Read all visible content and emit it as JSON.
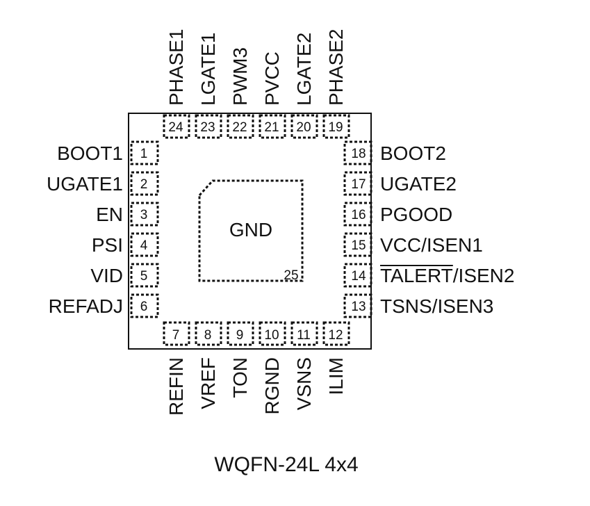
{
  "package_name": "WQFN-24L 4x4",
  "center_pad": {
    "label": "GND",
    "pin": "25"
  },
  "pins_left": [
    {
      "num": "1",
      "name": "BOOT1"
    },
    {
      "num": "2",
      "name": "UGATE1"
    },
    {
      "num": "3",
      "name": "EN"
    },
    {
      "num": "4",
      "name": "PSI"
    },
    {
      "num": "5",
      "name": "VID"
    },
    {
      "num": "6",
      "name": "REFADJ"
    }
  ],
  "pins_bottom": [
    {
      "num": "7",
      "name": "REFIN"
    },
    {
      "num": "8",
      "name": "VREF"
    },
    {
      "num": "9",
      "name": "TON"
    },
    {
      "num": "10",
      "name": "RGND"
    },
    {
      "num": "11",
      "name": "VSNS"
    },
    {
      "num": "12",
      "name": "ILIM"
    }
  ],
  "pins_right": [
    {
      "num": "18",
      "name": "BOOT2"
    },
    {
      "num": "17",
      "name": "UGATE2"
    },
    {
      "num": "16",
      "name": "PGOOD"
    },
    {
      "num": "15",
      "name": "VCC/ISEN1"
    },
    {
      "num": "14",
      "name": "TALERT/ISEN2",
      "overbar_part": "TALERT"
    },
    {
      "num": "13",
      "name": "TSNS/ISEN3"
    }
  ],
  "pins_top": [
    {
      "num": "24",
      "name": "PHASE1"
    },
    {
      "num": "23",
      "name": "LGATE1"
    },
    {
      "num": "22",
      "name": "PWM3"
    },
    {
      "num": "21",
      "name": "PVCC"
    },
    {
      "num": "20",
      "name": "LGATE2"
    },
    {
      "num": "19",
      "name": "PHASE2"
    }
  ]
}
